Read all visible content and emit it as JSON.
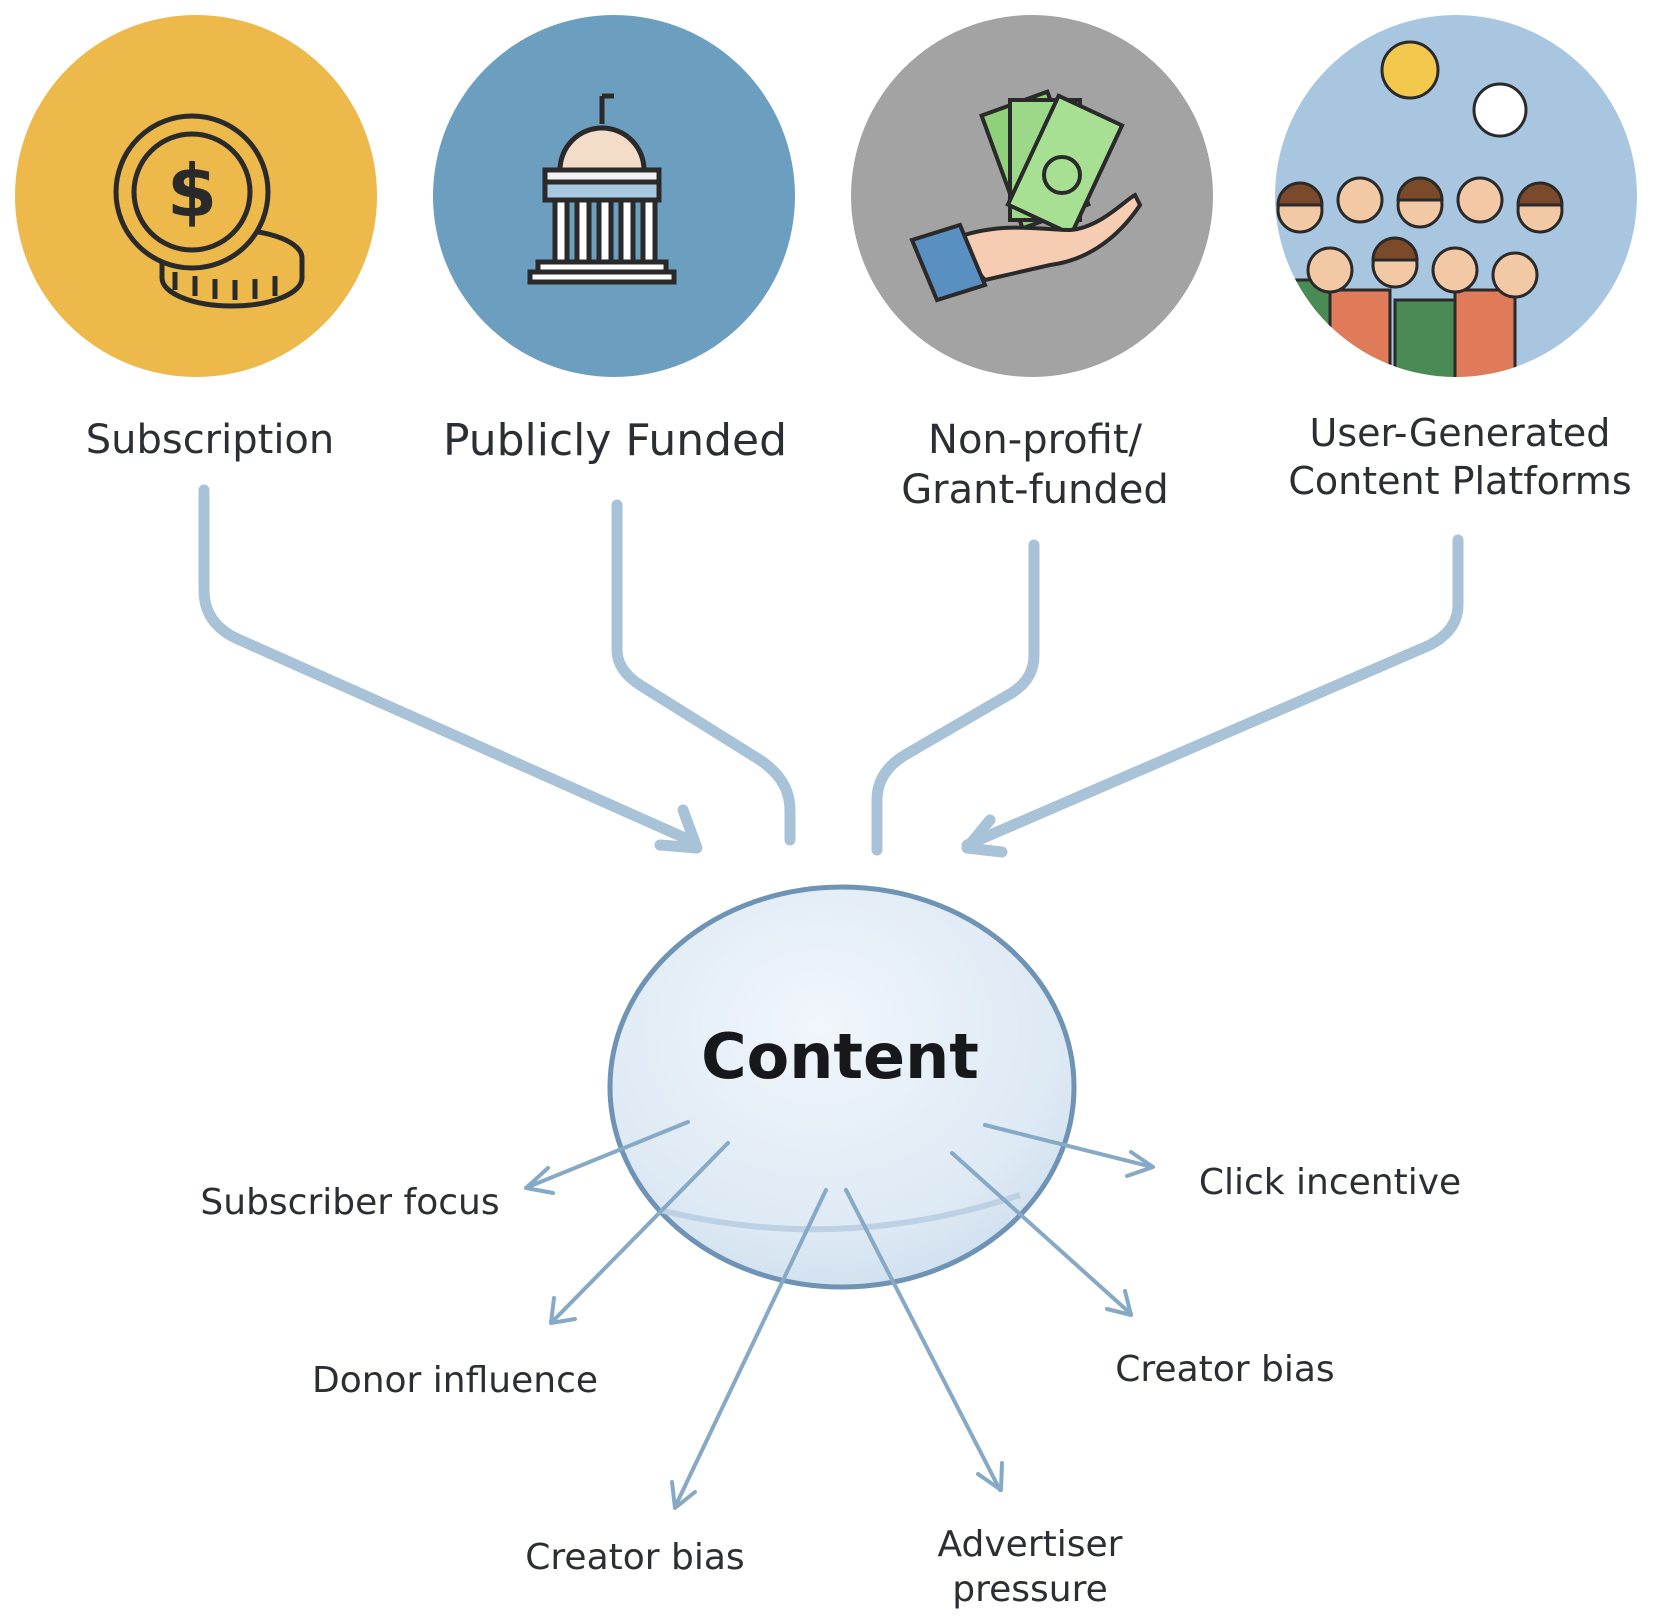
{
  "sources": [
    {
      "label": "Subscription",
      "icon": "coin-dollar-icon",
      "bg": "#ecb94a"
    },
    {
      "label": "Publicly Funded",
      "icon": "government-building-icon",
      "bg": "#6b9ebf"
    },
    {
      "label_lines": [
        "Non-profit/",
        "Grant-funded"
      ],
      "icon": "hand-money-icon",
      "bg": "#a3a3a3"
    },
    {
      "label_lines": [
        "User-Generated",
        "Content Platforms"
      ],
      "icon": "crowd-people-icon",
      "bg": "#a9c6e0"
    }
  ],
  "center": {
    "label": "Content"
  },
  "outputs": [
    {
      "label": "Subscriber focus"
    },
    {
      "label": "Donor influence"
    },
    {
      "label": "Creator bias"
    },
    {
      "label_lines": [
        "Advertiser",
        "pressure"
      ]
    },
    {
      "label": "Creator bias"
    },
    {
      "label": "Click incentive"
    }
  ],
  "colors": {
    "connector": "#a8c2d8",
    "arrow": "#86a9c6",
    "bubble_fill": "#dde9f4",
    "bubble_stroke": "#6f93b4"
  }
}
